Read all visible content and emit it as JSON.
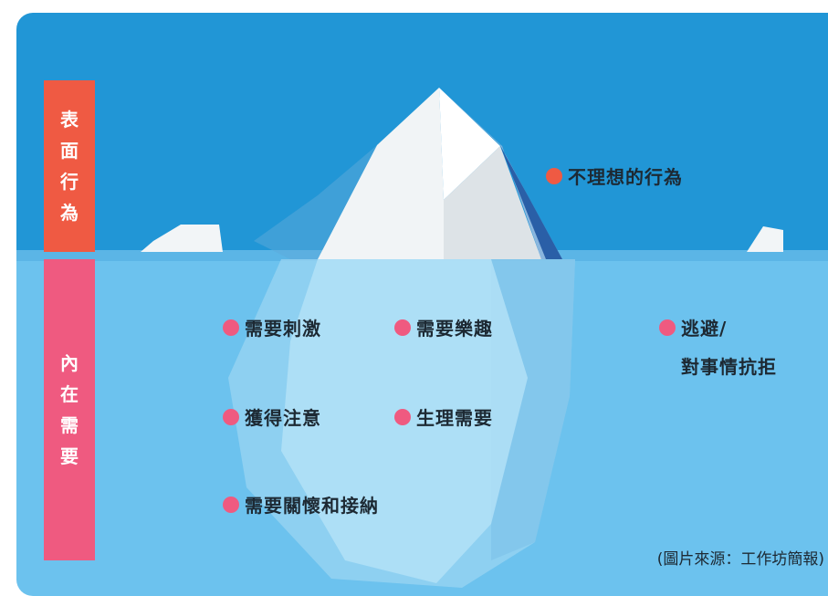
{
  "labels": {
    "surface": [
      "表",
      "面",
      "行",
      "為"
    ],
    "inner": [
      "內",
      "在",
      "需",
      "要"
    ]
  },
  "surface_items": [
    {
      "text": "不理想的行為"
    }
  ],
  "inner_items": [
    {
      "text": "需要刺激"
    },
    {
      "text": "需要樂趣"
    },
    {
      "text": "逃避/"
    },
    {
      "text": "對事情抗拒"
    },
    {
      "text": "獲得注意"
    },
    {
      "text": "生理需要"
    },
    {
      "text": "需要關懷和接納"
    }
  ],
  "source": "(圖片來源：工作坊簡報)",
  "colors": {
    "sky": "#2196d6",
    "water": "#6cc2ee",
    "surface_label": "#ef5a43",
    "inner_label": "#ef5a80",
    "surface_dot": "#ef5a43",
    "inner_dot": "#ef5a80"
  }
}
